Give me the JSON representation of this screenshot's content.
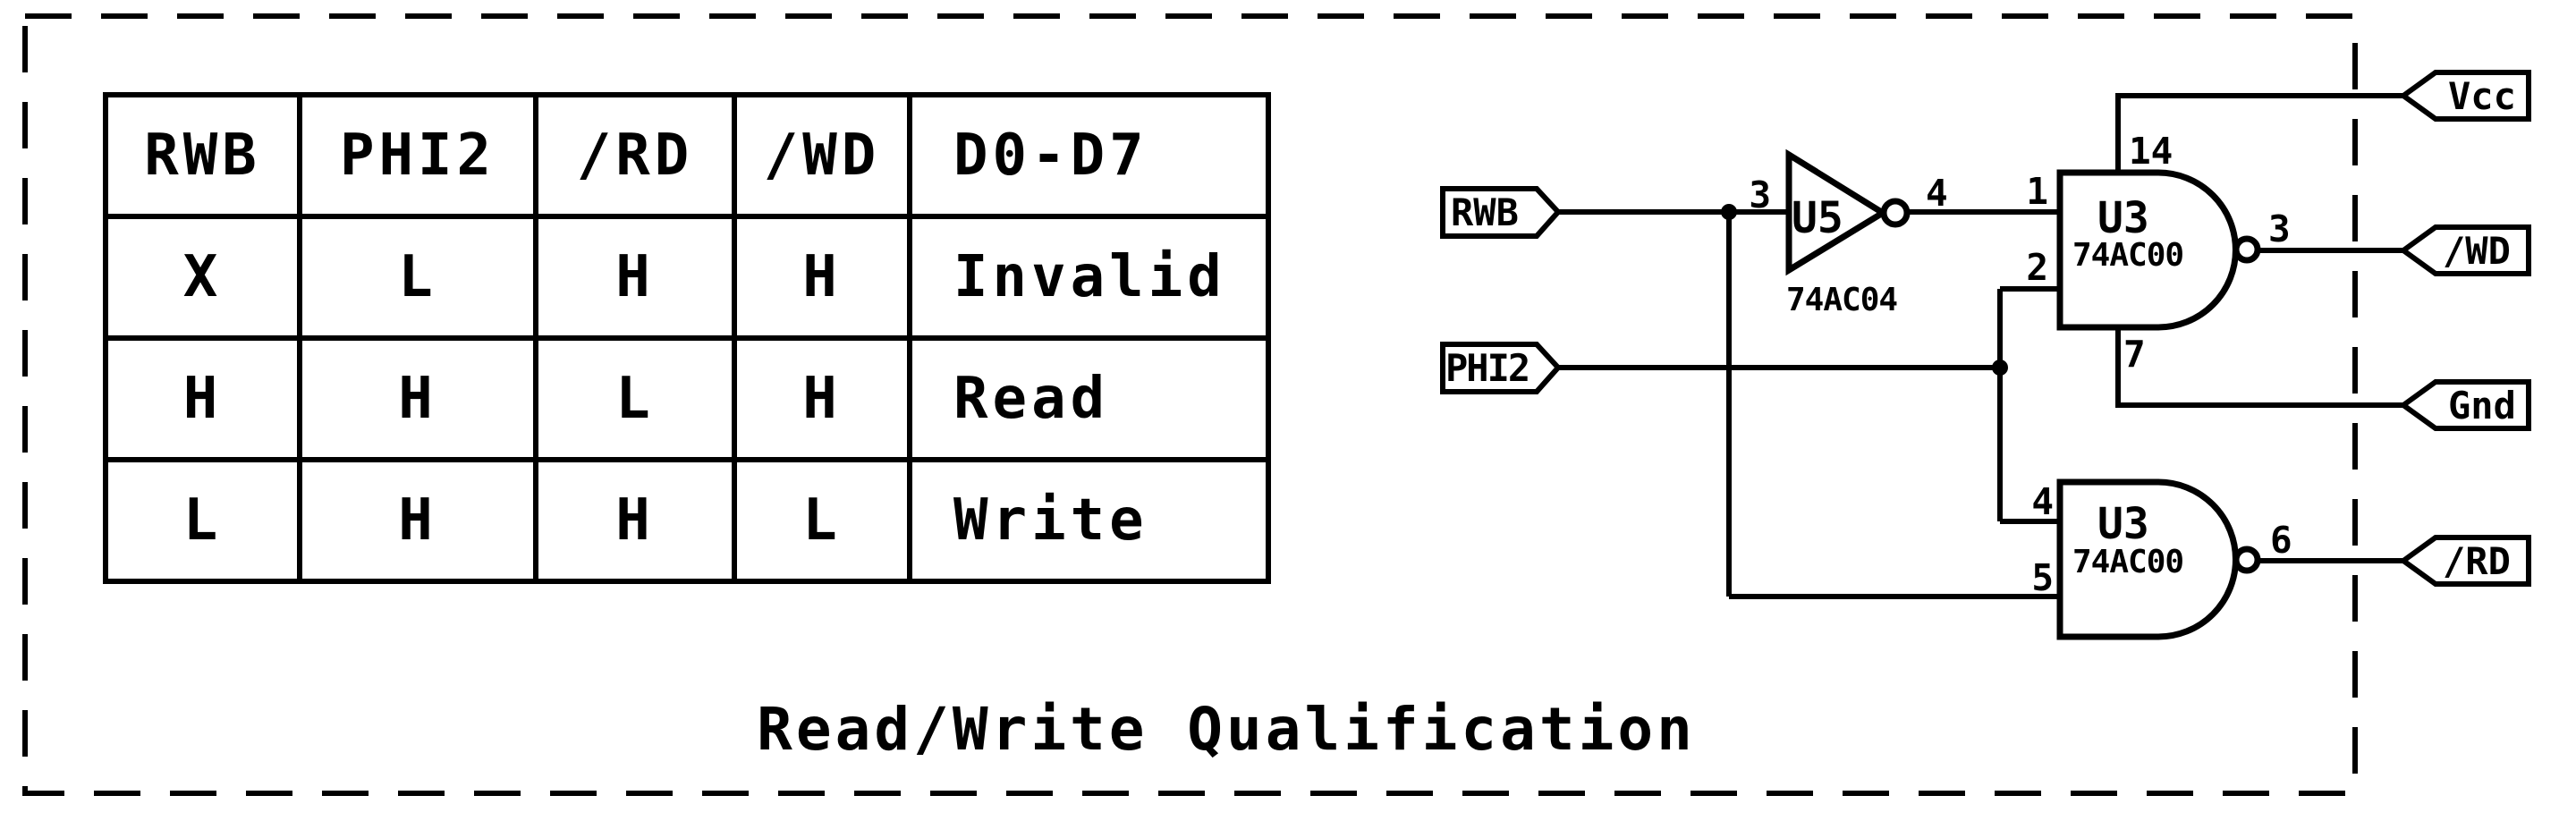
{
  "diagram_title": "Read/Write Qualification",
  "truth_table": {
    "headers": [
      "RWB",
      "PHI2",
      "/RD",
      "/WD",
      "D0-D7"
    ],
    "rows": [
      [
        "X",
        "L",
        "H",
        "H",
        "Invalid"
      ],
      [
        "H",
        "H",
        "L",
        "H",
        "Read"
      ],
      [
        "L",
        "H",
        "H",
        "L",
        "Write"
      ]
    ]
  },
  "schematic": {
    "input_flags": [
      {
        "label": "RWB"
      },
      {
        "label": "PHI2"
      }
    ],
    "output_flags": [
      {
        "label": "Vcc"
      },
      {
        "label": "/WD"
      },
      {
        "label": "Gnd"
      },
      {
        "label": "/RD"
      }
    ],
    "inverter": {
      "ref": "U5",
      "part": "74AC04",
      "input_pin": "3",
      "output_pin": "4"
    },
    "nand_upper": {
      "ref": "U3",
      "part": "74AC00",
      "pins": {
        "in_a": "1",
        "in_b": "2",
        "out": "3",
        "vcc": "14",
        "gnd": "7"
      }
    },
    "nand_lower": {
      "ref": "U3",
      "part": "74AC00",
      "pins": {
        "in_a": "4",
        "in_b": "5",
        "out": "6"
      }
    }
  },
  "colors": {
    "ink": "#000000",
    "background": "#ffffff"
  }
}
